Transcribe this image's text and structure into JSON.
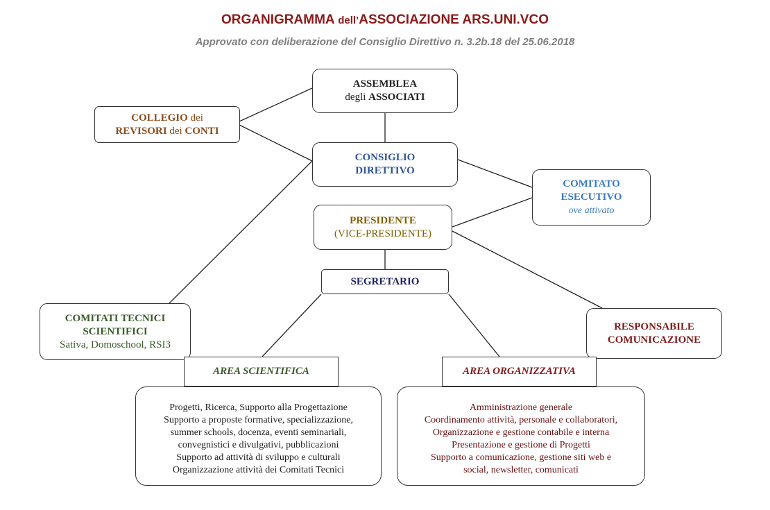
{
  "header": {
    "title_part1": "ORGANIGRAMMA",
    "title_part2": "dell’",
    "title_part3": "ASSOCIAZIONE ARS.UNI.VCO",
    "subtitle": "Approvato con deliberazione del Consiglio Direttivo n. 3.2b.18 del 25.06.2018"
  },
  "nodes": {
    "assemblea": {
      "line1": "ASSEMBLEA",
      "line2_a": "degli ",
      "line2_b": "ASSOCIATI"
    },
    "collegio": {
      "line1_a": "COLLEGIO",
      "line1_b": " dei",
      "line2_a": "REVISORI",
      "line2_b": " dei ",
      "line2_c": "CONTI"
    },
    "consiglio": {
      "line1": "CONSIGLIO",
      "line2": "DIRETTIVO"
    },
    "comitato_esecutivo": {
      "line1": "COMITATO",
      "line2": "ESECUTIVO",
      "line3": "ove attivato"
    },
    "presidente": {
      "line1": "PRESIDENTE",
      "line2": "(VICE-PRESIDENTE)"
    },
    "segretario": {
      "label": "SEGRETARIO"
    },
    "comitati_tecnici": {
      "line1": "COMITATI TECNICI",
      "line2": "SCIENTIFICI",
      "line3": "Sativa, Domoschool, RSI3"
    },
    "responsabile": {
      "line1": "RESPONSABILE",
      "line2": "COMUNICAZIONE"
    },
    "area_scientifica": {
      "label": "AREA SCIENTIFICA",
      "items": [
        "Progetti, Ricerca, Supporto alla Progettazione",
        "Supporto a proposte formative, specializzazione,",
        "summer schools, docenza, eventi seminariali,",
        "convegnistici e divulgativi, pubblicazioni",
        "Supporto ad attività di sviluppo e culturali",
        "Organizzazione attività dei Comitati Tecnici"
      ]
    },
    "area_organizzativa": {
      "label": "AREA ORGANIZZATIVA",
      "items": [
        "Amministrazione generale",
        "Coordinamento attività, personale e collaboratori,",
        "Organizzazione e gestione contabile e interna",
        "Presentazione e gestione di Progetti",
        "Supporto a comunicazione, gestione siti web e",
        "social, newsletter, comunicati"
      ]
    }
  }
}
